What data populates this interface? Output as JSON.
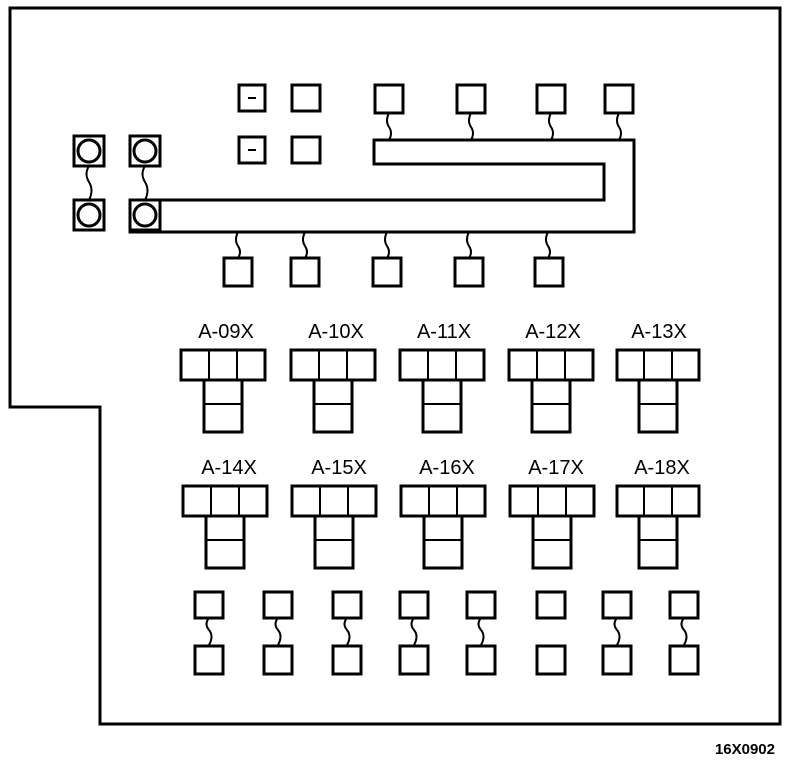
{
  "relay_labels": {
    "row1": [
      "A-09X",
      "A-10X",
      "A-11X",
      "A-12X",
      "A-13X"
    ],
    "row2": [
      "A-14X",
      "A-15X",
      "A-16X",
      "A-17X",
      "A-18X"
    ]
  },
  "figure_code": "16X0902",
  "colors": {
    "ink": "#000000",
    "background": "#ffffff"
  }
}
